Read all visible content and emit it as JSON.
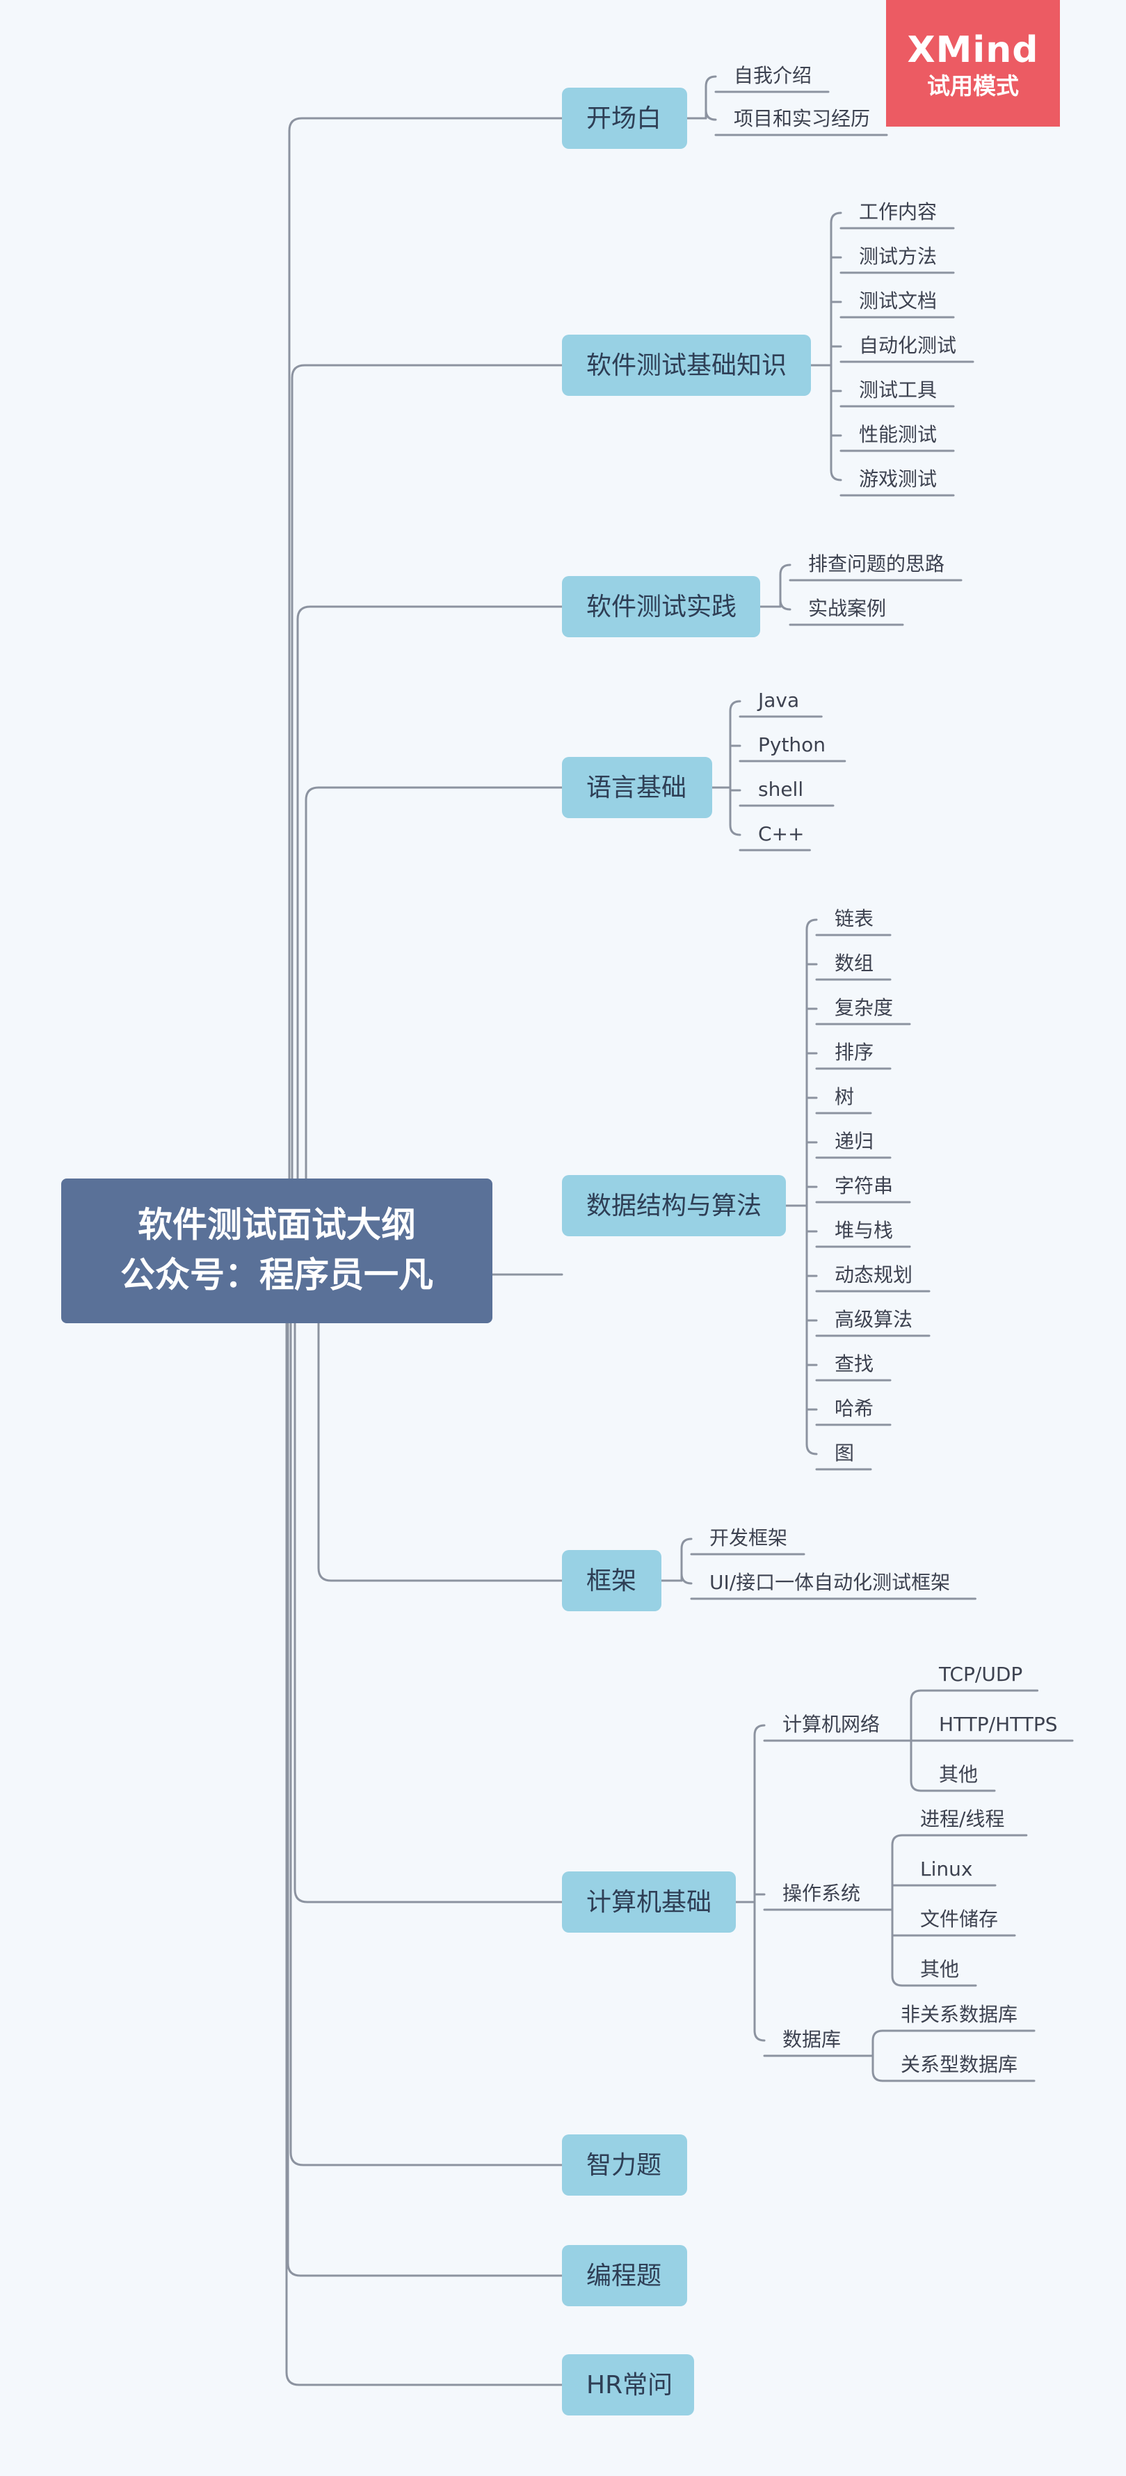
{
  "watermark": {
    "title": "XMind",
    "subtitle": "试用模式"
  },
  "colors": {
    "background": "#f4f8fc",
    "root_fill": "#5a7198",
    "topic_fill": "#98d1e4",
    "line": "#8c93a0",
    "watermark_fill": "#ec5b63"
  },
  "root": {
    "line1": "软件测试面试大纲",
    "line2": "公众号：程序员一凡"
  },
  "topics": [
    {
      "label": "开场白",
      "children": [
        {
          "label": "自我介绍"
        },
        {
          "label": "项目和实习经历"
        }
      ]
    },
    {
      "label": "软件测试基础知识",
      "children": [
        {
          "label": "工作内容"
        },
        {
          "label": "测试方法"
        },
        {
          "label": "测试文档"
        },
        {
          "label": "自动化测试"
        },
        {
          "label": "测试工具"
        },
        {
          "label": "性能测试"
        },
        {
          "label": "游戏测试"
        }
      ]
    },
    {
      "label": "软件测试实践",
      "children": [
        {
          "label": "排查问题的思路"
        },
        {
          "label": "实战案例"
        }
      ]
    },
    {
      "label": "语言基础",
      "children": [
        {
          "label": "Java"
        },
        {
          "label": "Python"
        },
        {
          "label": "shell"
        },
        {
          "label": "C++"
        }
      ]
    },
    {
      "label": "数据结构与算法",
      "children": [
        {
          "label": "链表"
        },
        {
          "label": "数组"
        },
        {
          "label": "复杂度"
        },
        {
          "label": "排序"
        },
        {
          "label": "树"
        },
        {
          "label": "递归"
        },
        {
          "label": "字符串"
        },
        {
          "label": "堆与栈"
        },
        {
          "label": "动态规划"
        },
        {
          "label": "高级算法"
        },
        {
          "label": "查找"
        },
        {
          "label": "哈希"
        },
        {
          "label": "图"
        }
      ]
    },
    {
      "label": "框架",
      "children": [
        {
          "label": "开发框架"
        },
        {
          "label": "UI/接口一体自动化测试框架"
        }
      ]
    },
    {
      "label": "计算机基础",
      "children": [
        {
          "label": "计算机网络",
          "children": [
            {
              "label": "TCP/UDP"
            },
            {
              "label": "HTTP/HTTPS"
            },
            {
              "label": "其他"
            }
          ]
        },
        {
          "label": "操作系统",
          "children": [
            {
              "label": "进程/线程"
            },
            {
              "label": "Linux"
            },
            {
              "label": "文件储存"
            },
            {
              "label": "其他"
            }
          ]
        },
        {
          "label": "数据库",
          "children": [
            {
              "label": "非关系数据库"
            },
            {
              "label": "关系型数据库"
            }
          ]
        }
      ]
    },
    {
      "label": "智力题",
      "children": []
    },
    {
      "label": "编程题",
      "children": []
    },
    {
      "label": "HR常问",
      "children": []
    }
  ]
}
